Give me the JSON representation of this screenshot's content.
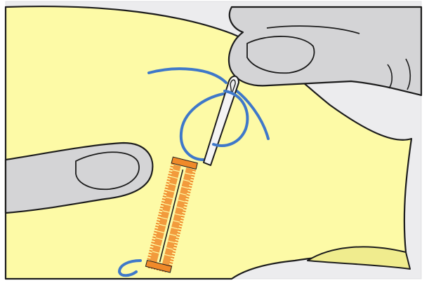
{
  "colors": {
    "background": "#ececee",
    "fabric": "#fdfaa6",
    "fabric_shadow": "#f0ec8e",
    "skin": "#d4d4d6",
    "skin_shade": "#c4c4c6",
    "outline": "#1c1c1c",
    "thread": "#3f78c9",
    "stitching": "#f08a2a",
    "needle": "#f4f4f4"
  },
  "icons": [
    "fabric-sheet",
    "left-finger",
    "right-hand",
    "sewing-needle",
    "thread",
    "buttonhole-stitching"
  ]
}
